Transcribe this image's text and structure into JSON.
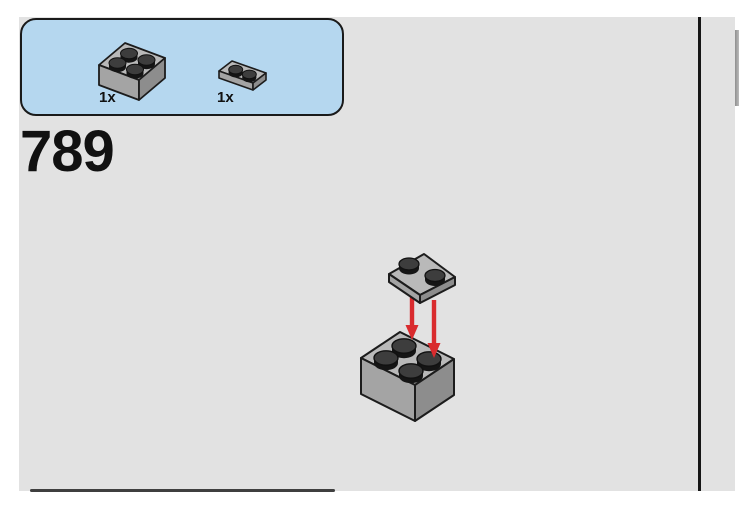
{
  "page": {
    "step_number": "789",
    "background_color": "#e2e2e2"
  },
  "parts_callout": {
    "background_color": "#b5d7ef",
    "border_color": "#1a1a1a",
    "parts": [
      {
        "quantity_label": "1x",
        "part_name": "brick-2x2-gray"
      },
      {
        "quantity_label": "1x",
        "part_name": "plate-1x2-gray"
      }
    ]
  },
  "assembly_diagram": {
    "upper_piece": "plate-1x2-gray",
    "lower_piece": "brick-2x2-gray",
    "arrow_count": 2,
    "arrow_color": "#d92b2e"
  },
  "colors": {
    "brick_top": "#b9b9b9",
    "brick_left_face": "#a4a4a4",
    "brick_right_face": "#8d8d8d",
    "brick_outline": "#1c1c1c",
    "stud_top": "#3d3d3d",
    "stud_side": "#151515",
    "page_divider": "#161616",
    "next_step_box_edge": "#3f3f3f"
  }
}
